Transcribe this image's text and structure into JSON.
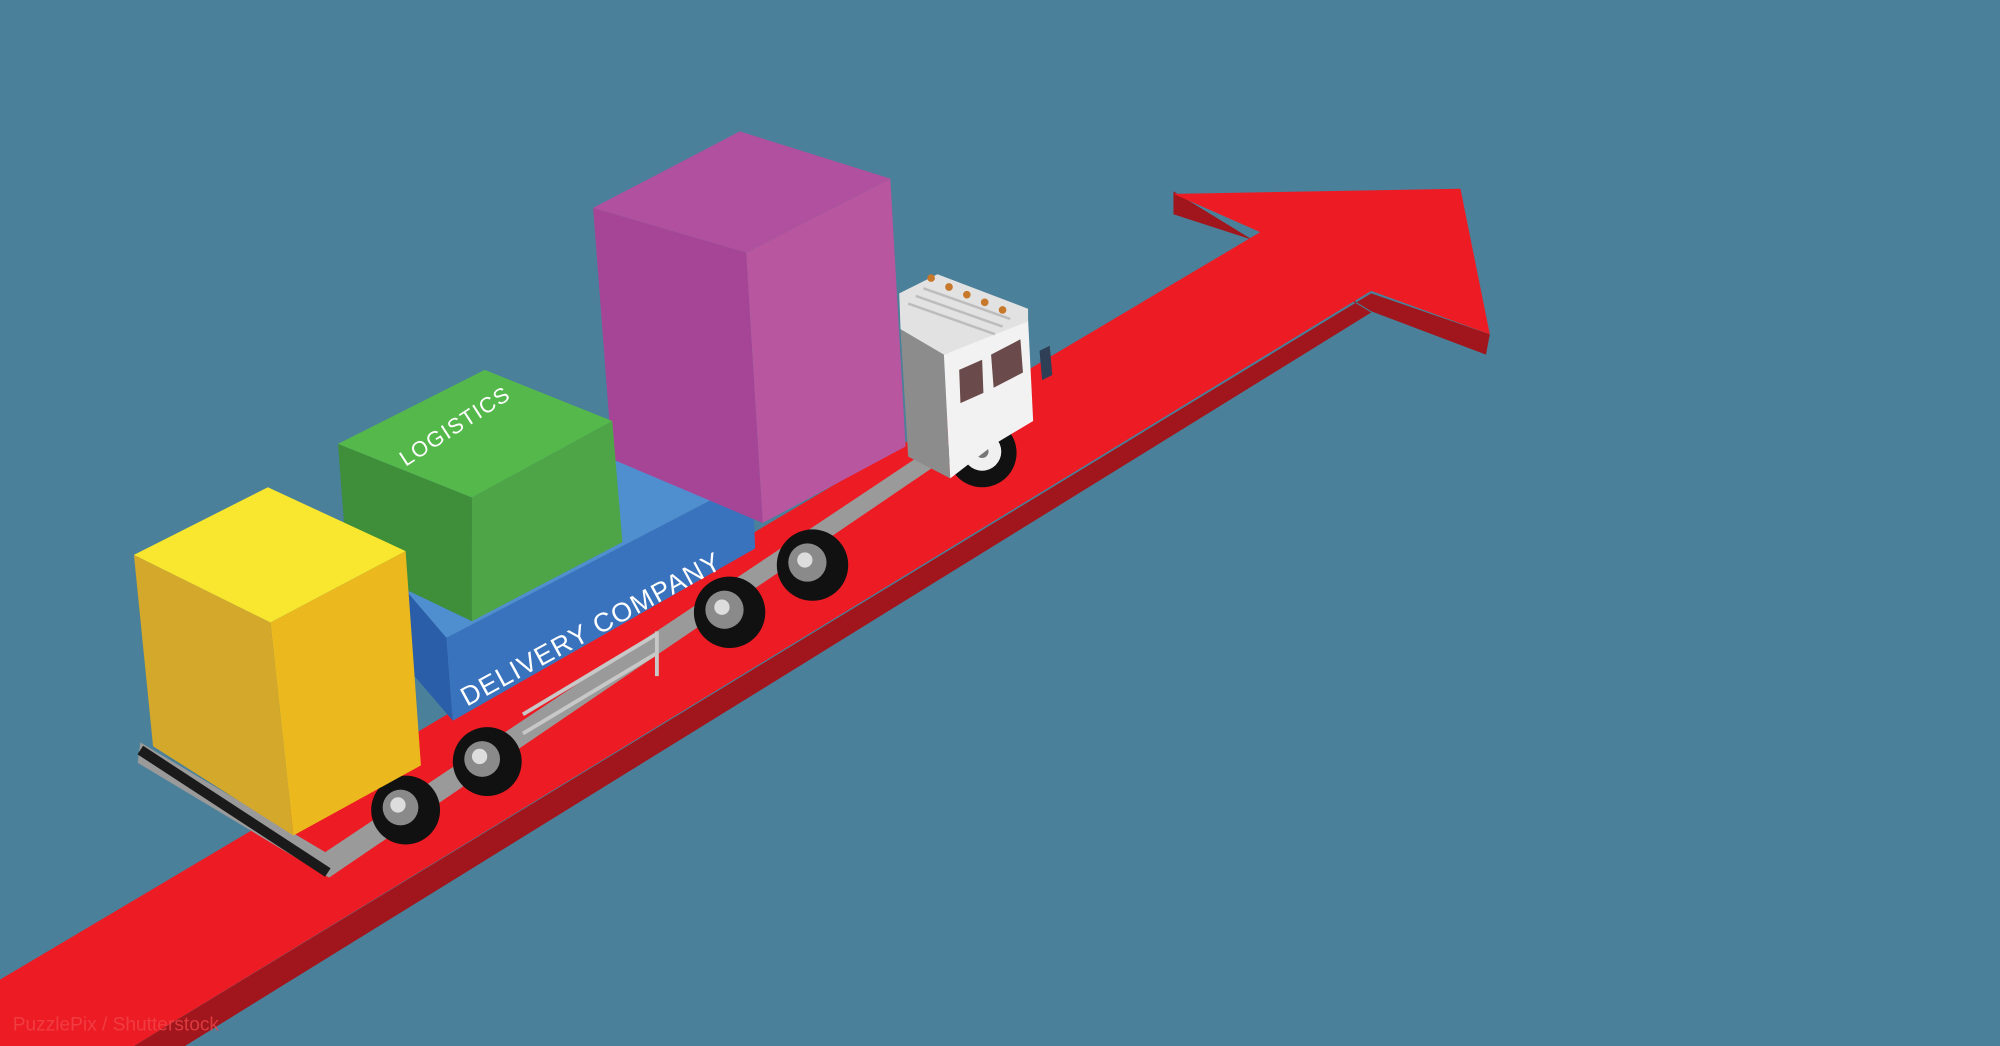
{
  "illustration": {
    "box_labels": {
      "green_box": "LOGISTICS",
      "blue_box": "DELIVERY COMPANY"
    },
    "watermark": "PuzzlePix / Shutterstock"
  },
  "colors": {
    "background": "#4a8099",
    "arrow": "#ed1c24",
    "arrow_shadow": "#a0161c",
    "yellow_box": "#f9e72f",
    "green_box": "#55b84b",
    "blue_box": "#3a73bd",
    "magenta_box": "#b0509e"
  }
}
